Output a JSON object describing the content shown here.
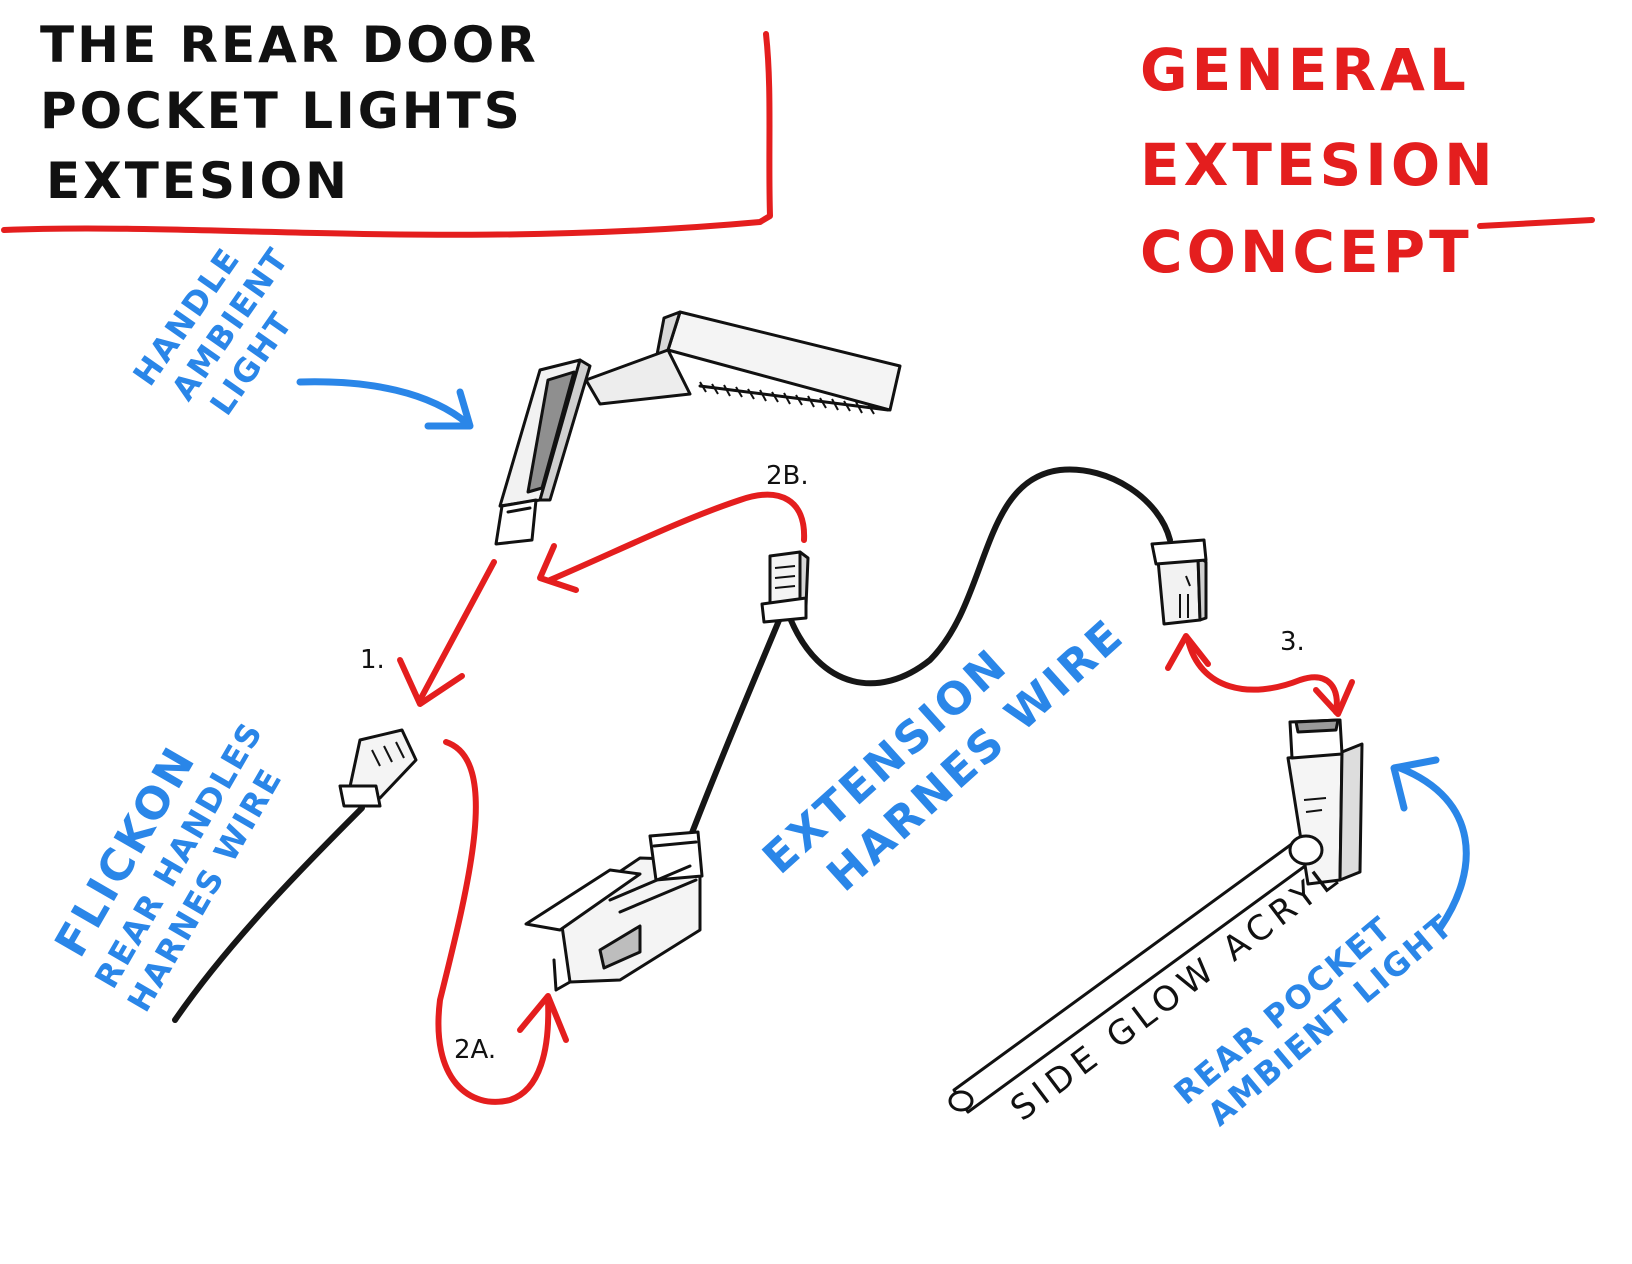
{
  "title": {
    "line1": "THE REAR DOOR",
    "line2": "POCKET LIGHTS",
    "line3": "EXTESION"
  },
  "concept": {
    "line1": "GENERAL",
    "line2": "EXTESION",
    "line3": "CONCEPT"
  },
  "labels": {
    "handle_light": [
      "HANDLE",
      "AMBIENT",
      "LIGHT"
    ],
    "flickon": [
      "FLICKON",
      "REAR HANDLES",
      "HARNES WIRE"
    ],
    "extension": [
      "EXTENSION",
      "HARNES WIRE"
    ],
    "rear_pocket": [
      "REAR POCKET",
      "AMBIENT LIGHT"
    ],
    "side_glow": "SIDE GLOW ACRYL"
  },
  "steps": {
    "s1": "1.",
    "s2a": "2A.",
    "s2b": "2B.",
    "s3": "3."
  },
  "colors": {
    "red": "#e41e1e",
    "blue": "#2a86e8",
    "ink": "#111111"
  }
}
